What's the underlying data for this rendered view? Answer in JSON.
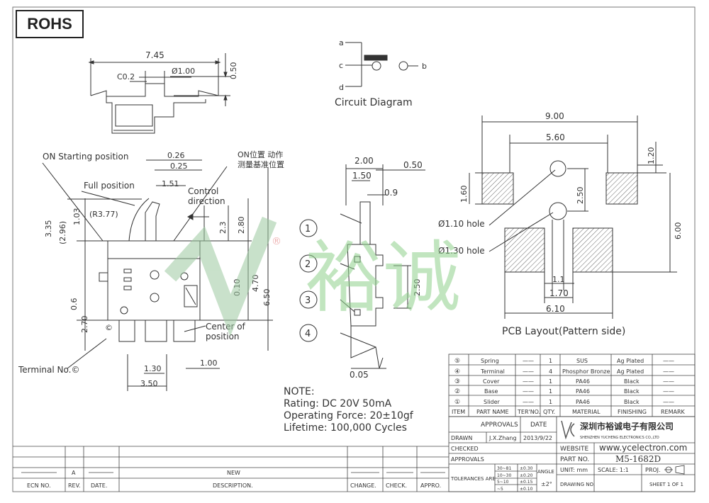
{
  "badge": "ROHS",
  "top_view": {
    "width": "7.45",
    "chamfer": "C0.2",
    "dia": "Ø1.00",
    "height": "0.50"
  },
  "circuit": {
    "title": "Circuit Diagram",
    "a": "a",
    "b": "b",
    "c": "c",
    "d": "d"
  },
  "side_view": {
    "on_start": "ON Starting position",
    "on_cn": "ON位置 动作",
    "on_cn2": "测量基准位置",
    "full_pos": "Full position",
    "control": "Control",
    "direction": "direction",
    "r": "(R3.77)",
    "d026": "0.26",
    "d025": "0.25",
    "d151": "1.51",
    "d335": "3.35",
    "d296": "(2.96)",
    "d103": "1.03",
    "d23": "2.3",
    "d280": "2.80",
    "d010": "0.10",
    "d470": "4.70",
    "d650": "6.50",
    "d06": "0.6",
    "d270": "2.70",
    "c_mark": "©",
    "term_c": "Terminal No.©",
    "center_of": "Center of",
    "position": "position",
    "d130": "1.30",
    "d100": "1.00",
    "d350": "3.50"
  },
  "front_view": {
    "d200": "2.00",
    "d150": "1.50",
    "d050": "0.50",
    "d09": "0.9",
    "d250": "2.50",
    "d005": "0.05",
    "n1": "1",
    "n2": "2",
    "n3": "3",
    "n4": "4"
  },
  "pcb": {
    "title": "PCB Layout(Pattern side)",
    "d900": "9.00",
    "d560": "5.60",
    "d120": "1.20",
    "d160": "1.60",
    "d250": "2.50",
    "d600": "6.00",
    "hole1": "Ø1.10 hole",
    "hole2": "Ø1.30 hole",
    "d11": "1.1",
    "d170": "1.70",
    "d610": "6.10"
  },
  "watermark": {
    "logo": "YC",
    "reg": "®",
    "cn": "裕诚"
  },
  "note": {
    "title": "NOTE:",
    "lines": [
      "Rating: DC  20V  50mA",
      "Operating  Force:  20±10gf",
      "Lifetime:    100,000  Cycles"
    ]
  },
  "bom": {
    "rows": [
      {
        "no": "⑤",
        "name": "Spring",
        "ter": "——",
        "qty": "1",
        "material": "SUS",
        "finish": "Ag Plated",
        "remark": "——"
      },
      {
        "no": "④",
        "name": "Terminal",
        "ter": "——",
        "qty": "4",
        "material": "Phosphor Bronze",
        "finish": "Ag Plated",
        "remark": "——"
      },
      {
        "no": "③",
        "name": "Cover",
        "ter": "——",
        "qty": "1",
        "material": "PA46",
        "finish": "Black",
        "remark": "——"
      },
      {
        "no": "②",
        "name": "Base",
        "ter": "——",
        "qty": "1",
        "material": "PA46",
        "finish": "Black",
        "remark": "——"
      },
      {
        "no": "①",
        "name": "Slider",
        "ter": "——",
        "qty": "1",
        "material": "PA46",
        "finish": "Black",
        "remark": "——"
      }
    ],
    "headers": {
      "item": "ITEM",
      "name": "PART NAME",
      "ter": "TER'NO.",
      "qty": "QTY.",
      "material": "MATERIAL",
      "finish": "FINISHING",
      "remark": "REMARK"
    }
  },
  "title_block": {
    "approvals": "APPROVALS",
    "date": "DATE",
    "company_cn": "深圳市裕诚电子有限公司",
    "company_en": "SHENZHEN YUCHENG ELECTRONICS CO.,LTD",
    "drawn": "DRAWN",
    "drawn_by": "J.X.Zhang",
    "drawn_date": "2013/9/22",
    "checked": "CHECKED",
    "approvals2": "APPROVALS",
    "website_label": "WEBSITE",
    "website": "www.ycelectron.com",
    "partno_label": "PART NO.",
    "partno": "M5-1682D",
    "tolerances": "TOLERANCES  ARE",
    "tol_ranges": [
      "30~81",
      "10~30",
      "5~10",
      "~5"
    ],
    "tol_values": [
      "±0.30",
      "±0.20",
      "±0.15",
      "±0.10"
    ],
    "angle": "ANGLE",
    "angle_val": "±2°",
    "unit": "UNIT:  mm",
    "scale": "SCALE:  1:1",
    "proj": "PROJ.",
    "drawing_no": "DRAWING  NO.",
    "sheet": "SHEET  1  OF  1"
  },
  "revision": {
    "a": "A",
    "new": "NEW",
    "ecn": "ECN  NO.",
    "rev": "REV.",
    "date": "DATE.",
    "desc": "DESCRIPTION.",
    "change": "CHANGE.",
    "check": "CHECK.",
    "appro": "APPRO."
  }
}
